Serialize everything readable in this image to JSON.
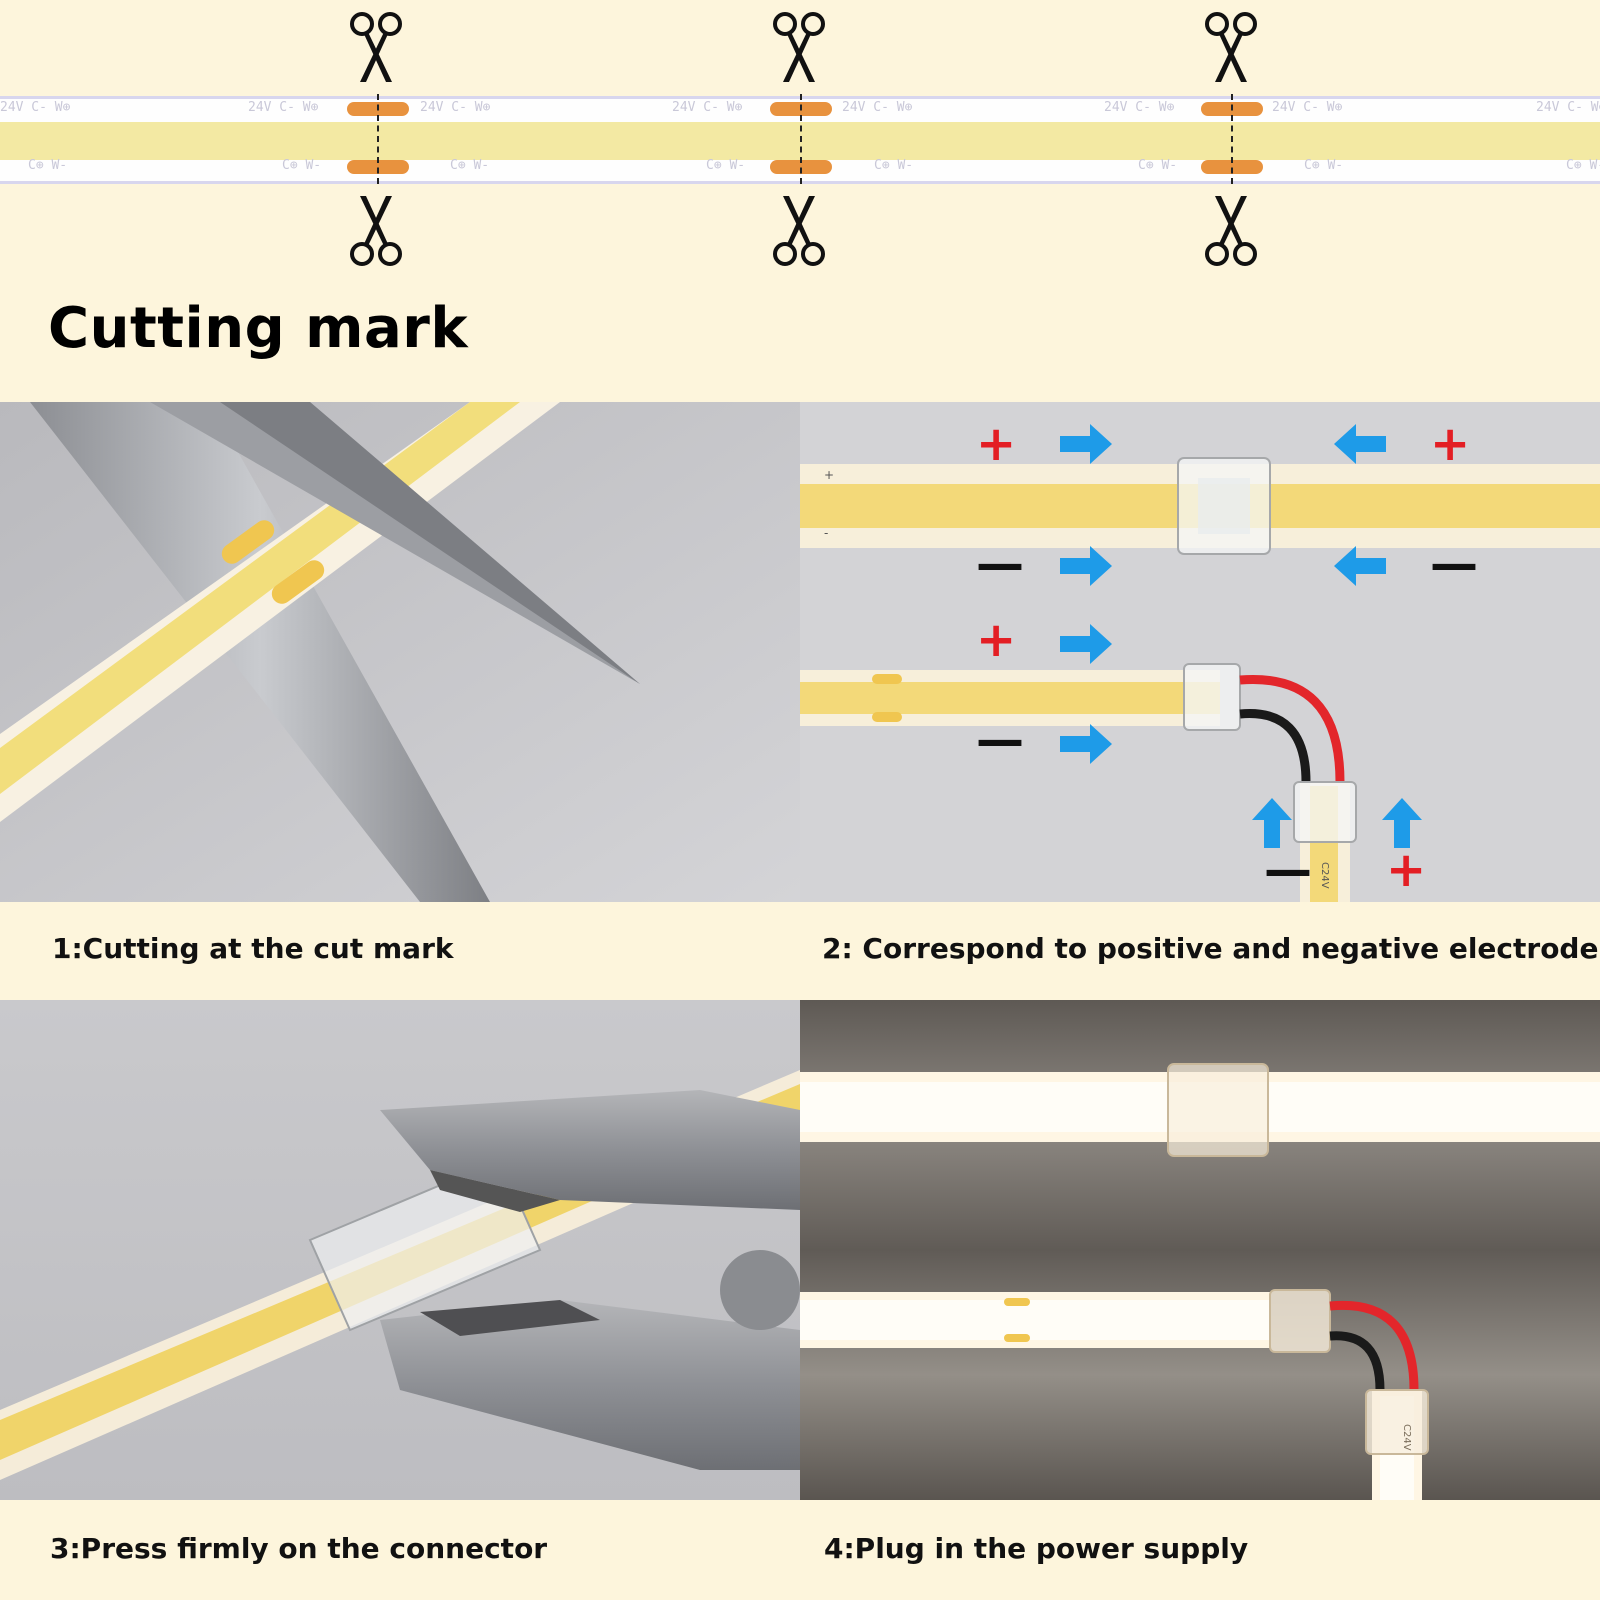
{
  "title": "Cutting mark",
  "strip": {
    "print_top": "24V C- W⊕",
    "print_bottom": "C⊕ W-"
  },
  "steps": [
    {
      "caption": "1:Cutting at the cut mark"
    },
    {
      "caption": "2: Correspond to positive and negative electrode",
      "plus_symbol": "+",
      "minus_symbol": "—",
      "strip_plus": "+",
      "strip_minus": "-",
      "voltage": "C24V"
    },
    {
      "caption": "3:Press firmly on the connector"
    },
    {
      "caption": "4:Plug in the power supply",
      "voltage": "C24V"
    }
  ],
  "colors": {
    "background": "#fdf5dc",
    "led": "#f3e9a3",
    "cut_pad": "#e8923e",
    "plus": "#e31e24",
    "arrow": "#1e9be8"
  },
  "icons": [
    "scissors-icon",
    "arrow-icon"
  ]
}
